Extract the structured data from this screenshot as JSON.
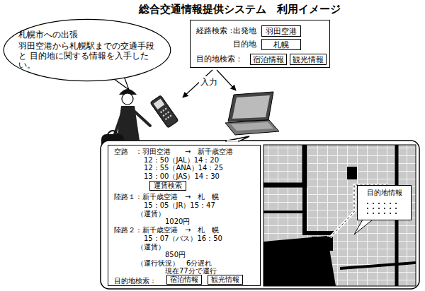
{
  "diagram": {
    "title": "総合交通情報提供システム　利用イメージ",
    "nodes": [
      {
        "text": [
          "札幌市への出張",
          "羽田空港から札幌駅までの交通手段と 目的地に関する情報を入手したい。"
        ]
      },
      {
        "text": [
          "経路検索：",
          "出発地",
          "目的地",
          "目的地検索："
        ]
      },
      {
        "text": [
          "羽田空港"
        ],
        "in": 1
      },
      {
        "text": [
          "札幌"
        ],
        "in": 1
      },
      {
        "text": [
          "宿泊情報"
        ],
        "in": 1
      },
      {
        "text": [
          "観光情報"
        ],
        "in": 1
      },
      {
        "text": [
          "空路　：羽田空港　　→　新千歳空港",
          "12：50（JAL）14：20",
          "12：55（ANA）14：25",
          "13：00（JAS）14：30",
          "陸路１：新千歳空港　→　札　幌",
          "15：05（JR）15：47",
          "（運賃）",
          "1020円",
          "陸路２：新千歳空港　→　札　幌",
          "15：07（バス）16：50",
          "（運賃）",
          "850円",
          "（運行状況）　6分遅れ",
          "現在77分で運行",
          "目的地検索："
        ]
      },
      {
        "text": [
          "運賃検索"
        ],
        "in": 6
      },
      {
        "text": [
          "宿泊情報"
        ],
        "in": 6
      },
      {
        "text": [
          "観光情報"
        ],
        "in": 6
      },
      {
        "text": [
          "目的地情報"
        ]
      }
    ],
    "labels": [
      "入力"
    ]
  }
}
